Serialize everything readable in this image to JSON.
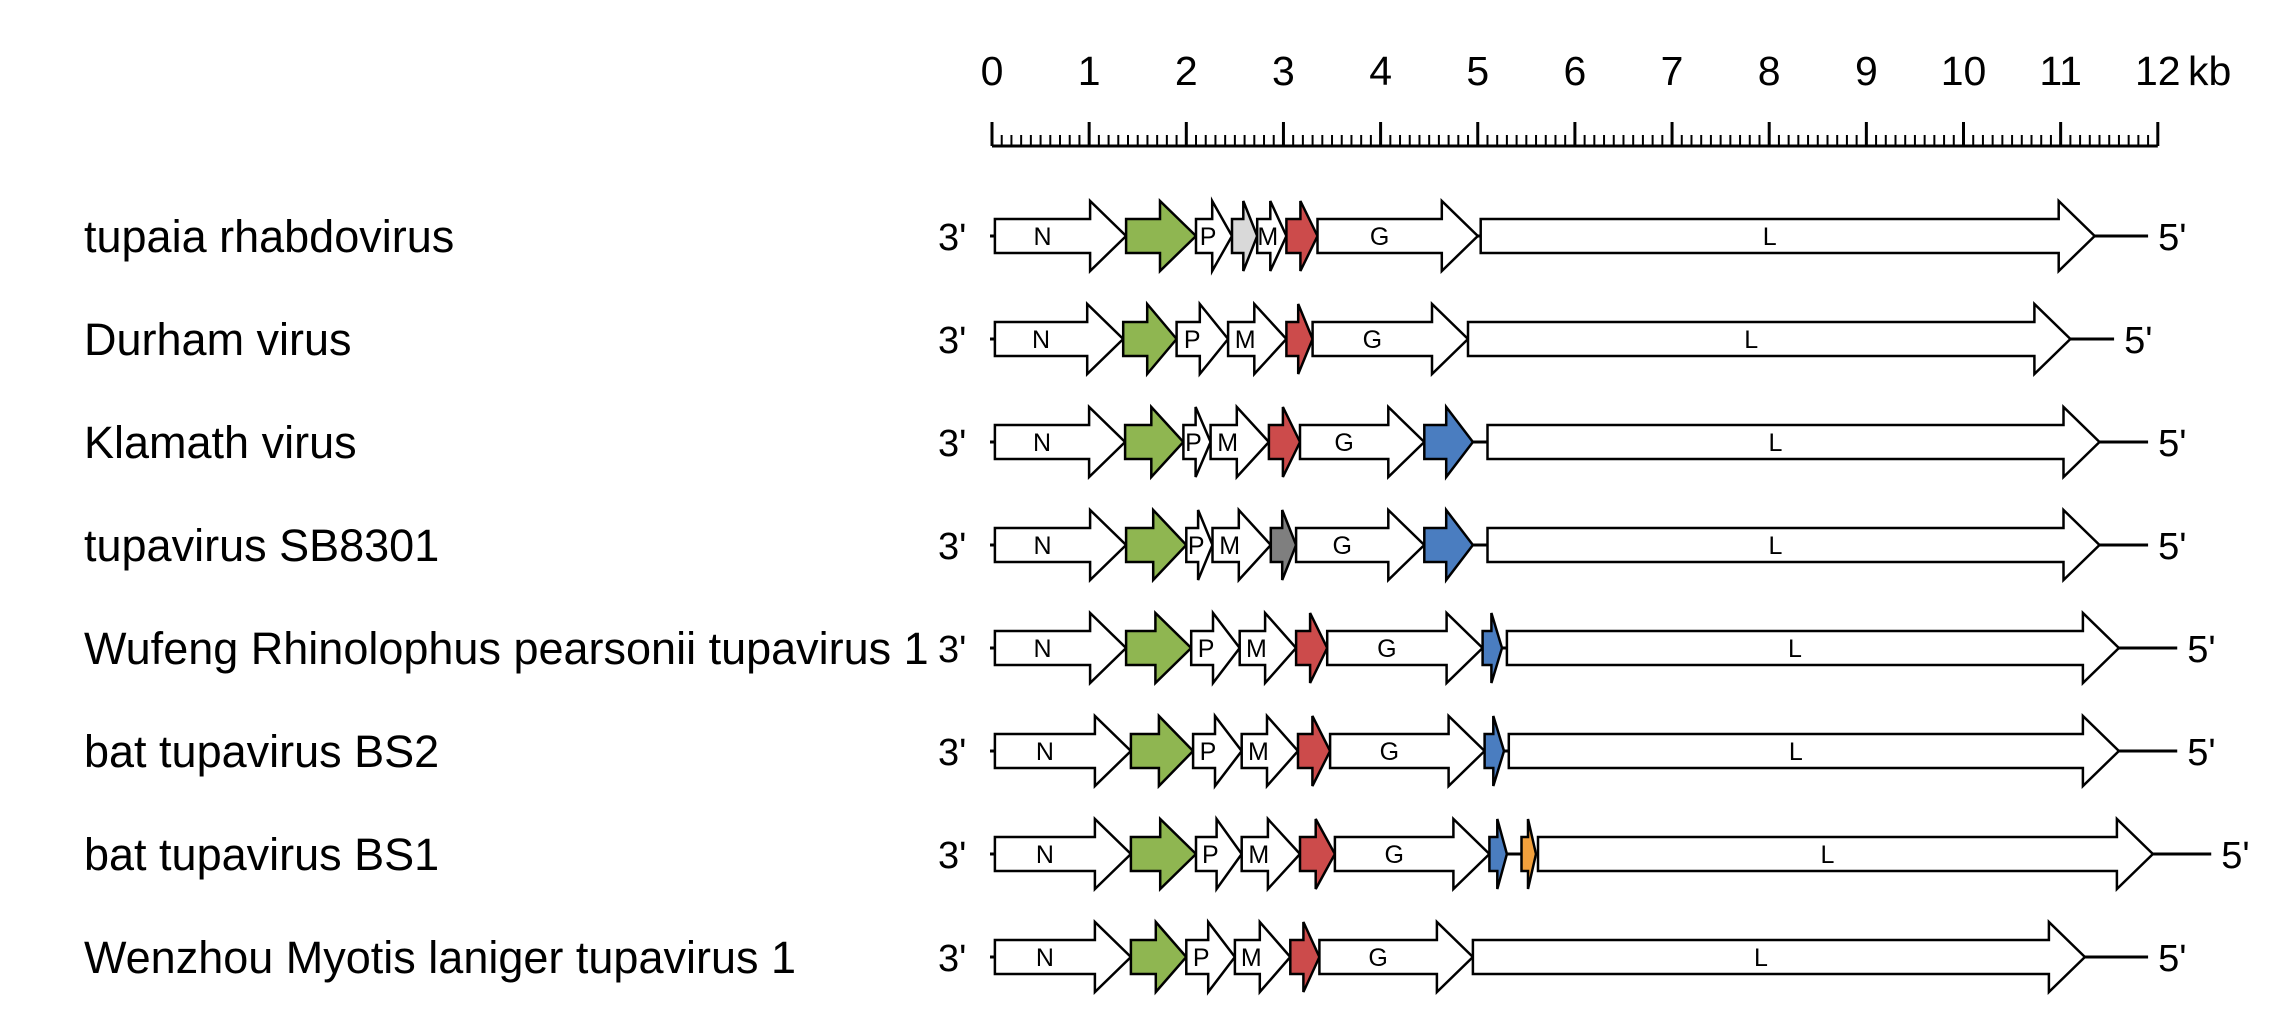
{
  "scale": {
    "unit": "kb",
    "major_ticks": [
      "0",
      "1",
      "2",
      "3",
      "4",
      "5",
      "6",
      "7",
      "8",
      "9",
      "10",
      "11",
      "12"
    ],
    "max_kb": 12,
    "minor_per_major": 10
  },
  "end_labels": {
    "left": "3'",
    "right": "5'"
  },
  "colors": {
    "white": "#ffffff",
    "green": "#8fb651",
    "red": "#cc4b4b",
    "light_gray": "#d9d9d9",
    "dark_gray": "#7f7f7f",
    "blue": "#4a7dc0",
    "orange": "#f2a03c",
    "stroke": "#000000"
  },
  "genomes": [
    {
      "name": "tupaia rhabdovirus",
      "length_kb": 11.9,
      "genes": [
        {
          "start": 0.03,
          "end": 1.38,
          "label": "N",
          "color": "white"
        },
        {
          "start": 1.38,
          "end": 2.1,
          "label": "",
          "color": "green"
        },
        {
          "start": 2.1,
          "end": 2.47,
          "label": "P",
          "color": "white"
        },
        {
          "start": 2.47,
          "end": 2.73,
          "label": "",
          "color": "light_gray"
        },
        {
          "start": 2.73,
          "end": 3.03,
          "label": "M",
          "color": "white"
        },
        {
          "start": 3.03,
          "end": 3.35,
          "label": "",
          "color": "red"
        },
        {
          "start": 3.35,
          "end": 5.0,
          "label": "G",
          "color": "white"
        },
        {
          "start": 5.03,
          "end": 11.35,
          "label": "L",
          "color": "white"
        }
      ]
    },
    {
      "name": "Durham virus",
      "length_kb": 11.55,
      "genes": [
        {
          "start": 0.03,
          "end": 1.35,
          "label": "N",
          "color": "white"
        },
        {
          "start": 1.35,
          "end": 1.9,
          "label": "",
          "color": "green"
        },
        {
          "start": 1.9,
          "end": 2.43,
          "label": "P",
          "color": "white"
        },
        {
          "start": 2.43,
          "end": 3.03,
          "label": "M",
          "color": "white"
        },
        {
          "start": 3.03,
          "end": 3.3,
          "label": "",
          "color": "red"
        },
        {
          "start": 3.3,
          "end": 4.9,
          "label": "G",
          "color": "white"
        },
        {
          "start": 4.9,
          "end": 11.1,
          "label": "L",
          "color": "white"
        }
      ]
    },
    {
      "name": "Klamath virus",
      "length_kb": 11.9,
      "genes": [
        {
          "start": 0.03,
          "end": 1.37,
          "label": "N",
          "color": "white"
        },
        {
          "start": 1.37,
          "end": 1.97,
          "label": "",
          "color": "green"
        },
        {
          "start": 1.97,
          "end": 2.25,
          "label": "P",
          "color": "white"
        },
        {
          "start": 2.25,
          "end": 2.85,
          "label": "M",
          "color": "white"
        },
        {
          "start": 2.85,
          "end": 3.17,
          "label": "",
          "color": "red"
        },
        {
          "start": 3.17,
          "end": 4.45,
          "label": "G",
          "color": "white"
        },
        {
          "start": 4.45,
          "end": 4.95,
          "label": "",
          "color": "blue"
        },
        {
          "start": 5.1,
          "end": 11.4,
          "label": "L",
          "color": "white"
        }
      ]
    },
    {
      "name": "tupavirus SB8301",
      "length_kb": 11.9,
      "genes": [
        {
          "start": 0.03,
          "end": 1.38,
          "label": "N",
          "color": "white"
        },
        {
          "start": 1.38,
          "end": 2.0,
          "label": "",
          "color": "green"
        },
        {
          "start": 2.0,
          "end": 2.27,
          "label": "P",
          "color": "white"
        },
        {
          "start": 2.27,
          "end": 2.87,
          "label": "M",
          "color": "white"
        },
        {
          "start": 2.87,
          "end": 3.13,
          "label": "",
          "color": "dark_gray"
        },
        {
          "start": 3.13,
          "end": 4.45,
          "label": "G",
          "color": "white"
        },
        {
          "start": 4.45,
          "end": 4.95,
          "label": "",
          "color": "blue"
        },
        {
          "start": 5.1,
          "end": 11.4,
          "label": "L",
          "color": "white"
        }
      ]
    },
    {
      "name": "Wufeng Rhinolophus pearsonii tupavirus 1",
      "length_kb": 12.2,
      "genes": [
        {
          "start": 0.03,
          "end": 1.38,
          "label": "N",
          "color": "white"
        },
        {
          "start": 1.38,
          "end": 2.05,
          "label": "",
          "color": "green"
        },
        {
          "start": 2.05,
          "end": 2.55,
          "label": "P",
          "color": "white"
        },
        {
          "start": 2.55,
          "end": 3.13,
          "label": "M",
          "color": "white"
        },
        {
          "start": 3.13,
          "end": 3.45,
          "label": "",
          "color": "red"
        },
        {
          "start": 3.45,
          "end": 5.05,
          "label": "G",
          "color": "white"
        },
        {
          "start": 5.05,
          "end": 5.25,
          "label": "",
          "color": "blue"
        },
        {
          "start": 5.3,
          "end": 11.6,
          "label": "L",
          "color": "white"
        }
      ]
    },
    {
      "name": "bat tupavirus BS2",
      "length_kb": 12.2,
      "genes": [
        {
          "start": 0.03,
          "end": 1.43,
          "label": "N",
          "color": "white"
        },
        {
          "start": 1.43,
          "end": 2.07,
          "label": "",
          "color": "green"
        },
        {
          "start": 2.07,
          "end": 2.57,
          "label": "P",
          "color": "white"
        },
        {
          "start": 2.57,
          "end": 3.15,
          "label": "M",
          "color": "white"
        },
        {
          "start": 3.15,
          "end": 3.48,
          "label": "",
          "color": "red"
        },
        {
          "start": 3.48,
          "end": 5.07,
          "label": "G",
          "color": "white"
        },
        {
          "start": 5.07,
          "end": 5.27,
          "label": "",
          "color": "blue"
        },
        {
          "start": 5.32,
          "end": 11.6,
          "label": "L",
          "color": "white"
        }
      ]
    },
    {
      "name": "bat tupavirus BS1",
      "length_kb": 12.55,
      "genes": [
        {
          "start": 0.03,
          "end": 1.43,
          "label": "N",
          "color": "white"
        },
        {
          "start": 1.43,
          "end": 2.1,
          "label": "",
          "color": "green"
        },
        {
          "start": 2.1,
          "end": 2.57,
          "label": "P",
          "color": "white"
        },
        {
          "start": 2.57,
          "end": 3.17,
          "label": "M",
          "color": "white"
        },
        {
          "start": 3.17,
          "end": 3.53,
          "label": "",
          "color": "red"
        },
        {
          "start": 3.53,
          "end": 5.12,
          "label": "G",
          "color": "white"
        },
        {
          "start": 5.12,
          "end": 5.3,
          "label": "",
          "color": "blue"
        },
        {
          "start": 5.45,
          "end": 5.6,
          "label": "",
          "color": "orange"
        },
        {
          "start": 5.62,
          "end": 11.95,
          "label": "L",
          "color": "white"
        }
      ]
    },
    {
      "name": "Wenzhou Myotis laniger tupavirus 1",
      "length_kb": 11.9,
      "genes": [
        {
          "start": 0.03,
          "end": 1.43,
          "label": "N",
          "color": "white"
        },
        {
          "start": 1.43,
          "end": 2.0,
          "label": "",
          "color": "green"
        },
        {
          "start": 2.0,
          "end": 2.5,
          "label": "P",
          "color": "white"
        },
        {
          "start": 2.5,
          "end": 3.07,
          "label": "M",
          "color": "white"
        },
        {
          "start": 3.07,
          "end": 3.37,
          "label": "",
          "color": "red"
        },
        {
          "start": 3.37,
          "end": 4.95,
          "label": "G",
          "color": "white"
        },
        {
          "start": 4.95,
          "end": 11.25,
          "label": "L",
          "color": "white"
        }
      ]
    }
  ]
}
